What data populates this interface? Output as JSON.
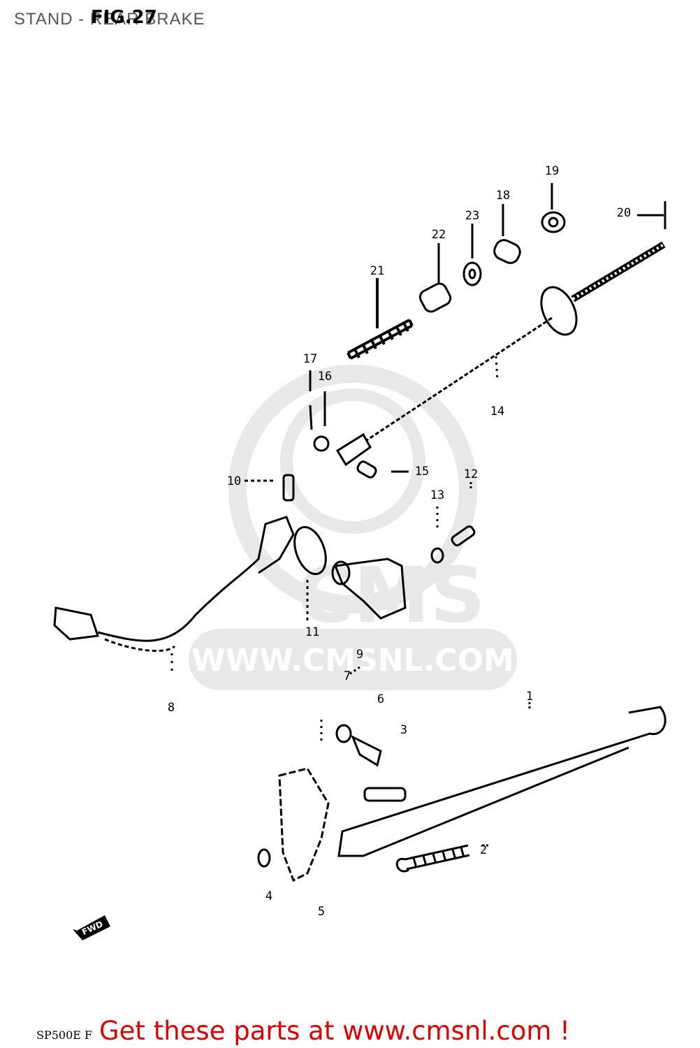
{
  "header": {
    "title": "STAND - REAR BRAKE",
    "figure": "FIG.27"
  },
  "watermark": {
    "brand": "CMS",
    "url": "WWW.CMSNL.COM",
    "color": "#d6d6d6"
  },
  "part_labels": [
    "1",
    "2",
    "3",
    "4",
    "5",
    "6",
    "7",
    "8",
    "9",
    "10",
    "11",
    "12",
    "13",
    "14",
    "15",
    "16",
    "17",
    "18",
    "19",
    "20",
    "21",
    "22",
    "23"
  ],
  "fwd_marker": "FWD",
  "footer": {
    "code": "SP500E F",
    "cta_text": "Get these parts at www.cmsnl.com !",
    "cta_color": "#e00000"
  }
}
